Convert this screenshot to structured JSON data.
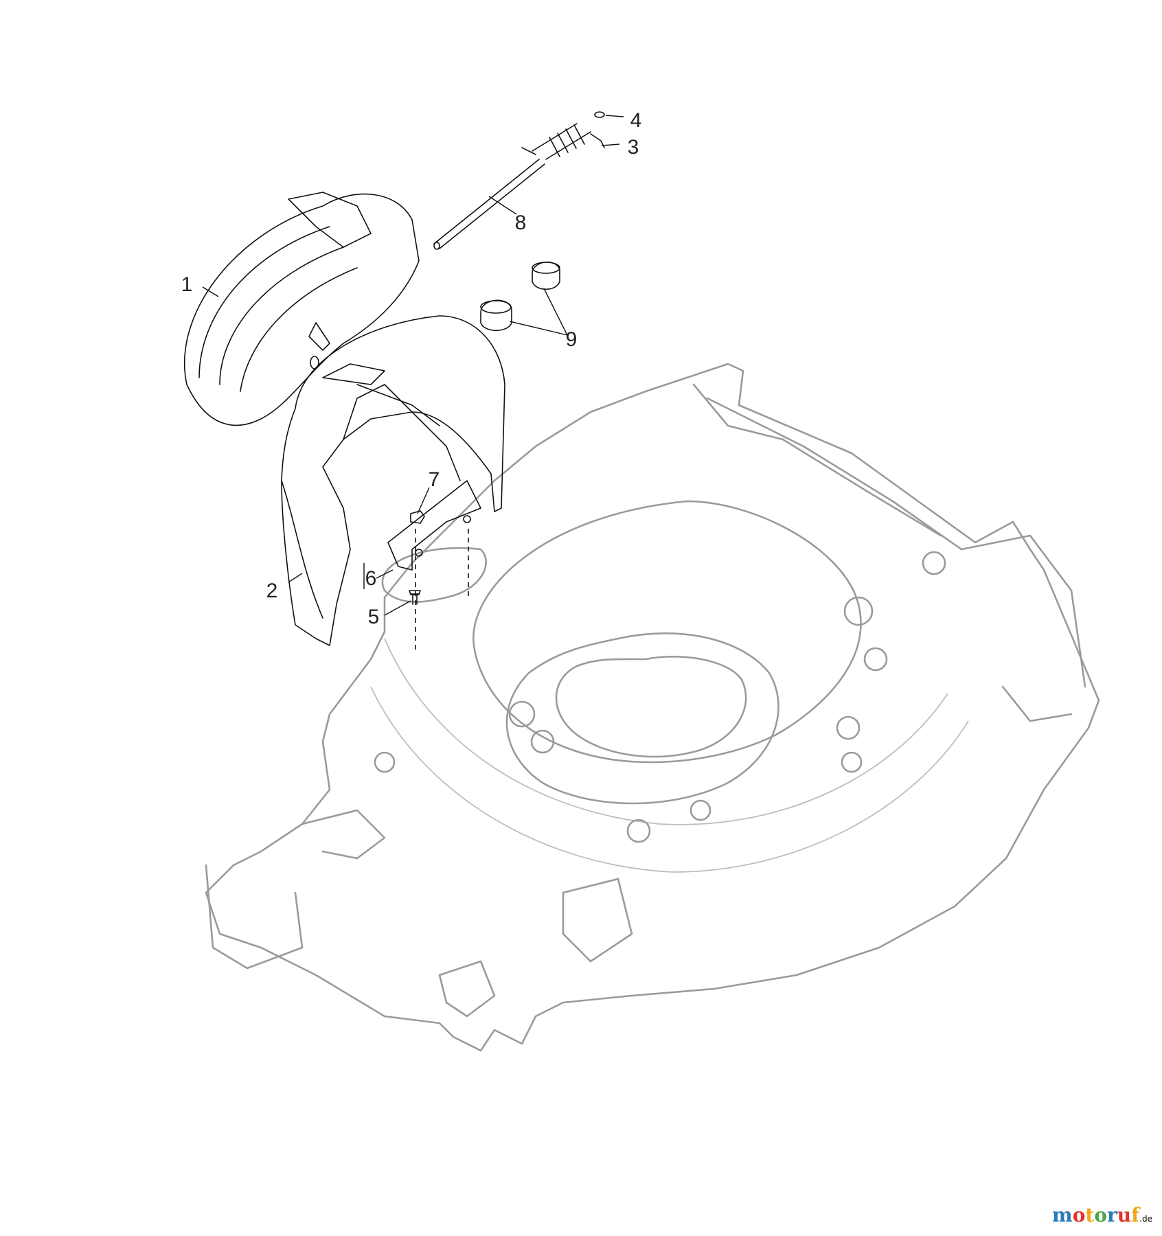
{
  "callouts": [
    "1",
    "2",
    "3",
    "4",
    "5",
    "6",
    "7",
    "8",
    "9"
  ],
  "logo": {
    "text_main": "motoruf",
    "text_suffix": ".de",
    "colors": [
      "#2a7ab8",
      "#e0332b",
      "#f2a51c",
      "#4aa844",
      "#2a7ab8",
      "#e0332b",
      "#f2a51c"
    ]
  }
}
